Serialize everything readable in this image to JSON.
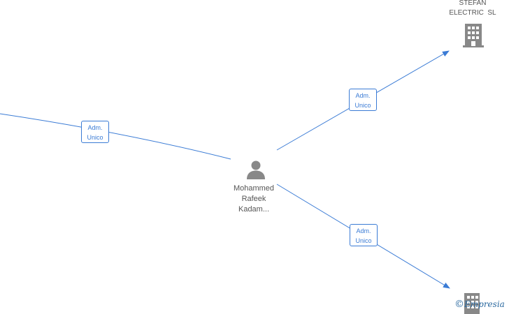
{
  "person": {
    "name_lines": [
      "Mohammed",
      "Rafeek",
      "Kadam..."
    ]
  },
  "companies": {
    "top_right": {
      "name_lines": [
        "STEFAN",
        "ELECTRIC  SL"
      ]
    }
  },
  "edges": {
    "left": {
      "role_lines": [
        "Adm.",
        "Unico"
      ]
    },
    "top_right": {
      "role_lines": [
        "Adm.",
        "Unico"
      ]
    },
    "bottom_right": {
      "role_lines": [
        "Adm.",
        "Unico"
      ]
    }
  },
  "watermark": {
    "symbol": "©",
    "text": "Empresia"
  },
  "colors": {
    "edge": "#3a7bd5",
    "icon": "#888888",
    "text": "#555555"
  }
}
